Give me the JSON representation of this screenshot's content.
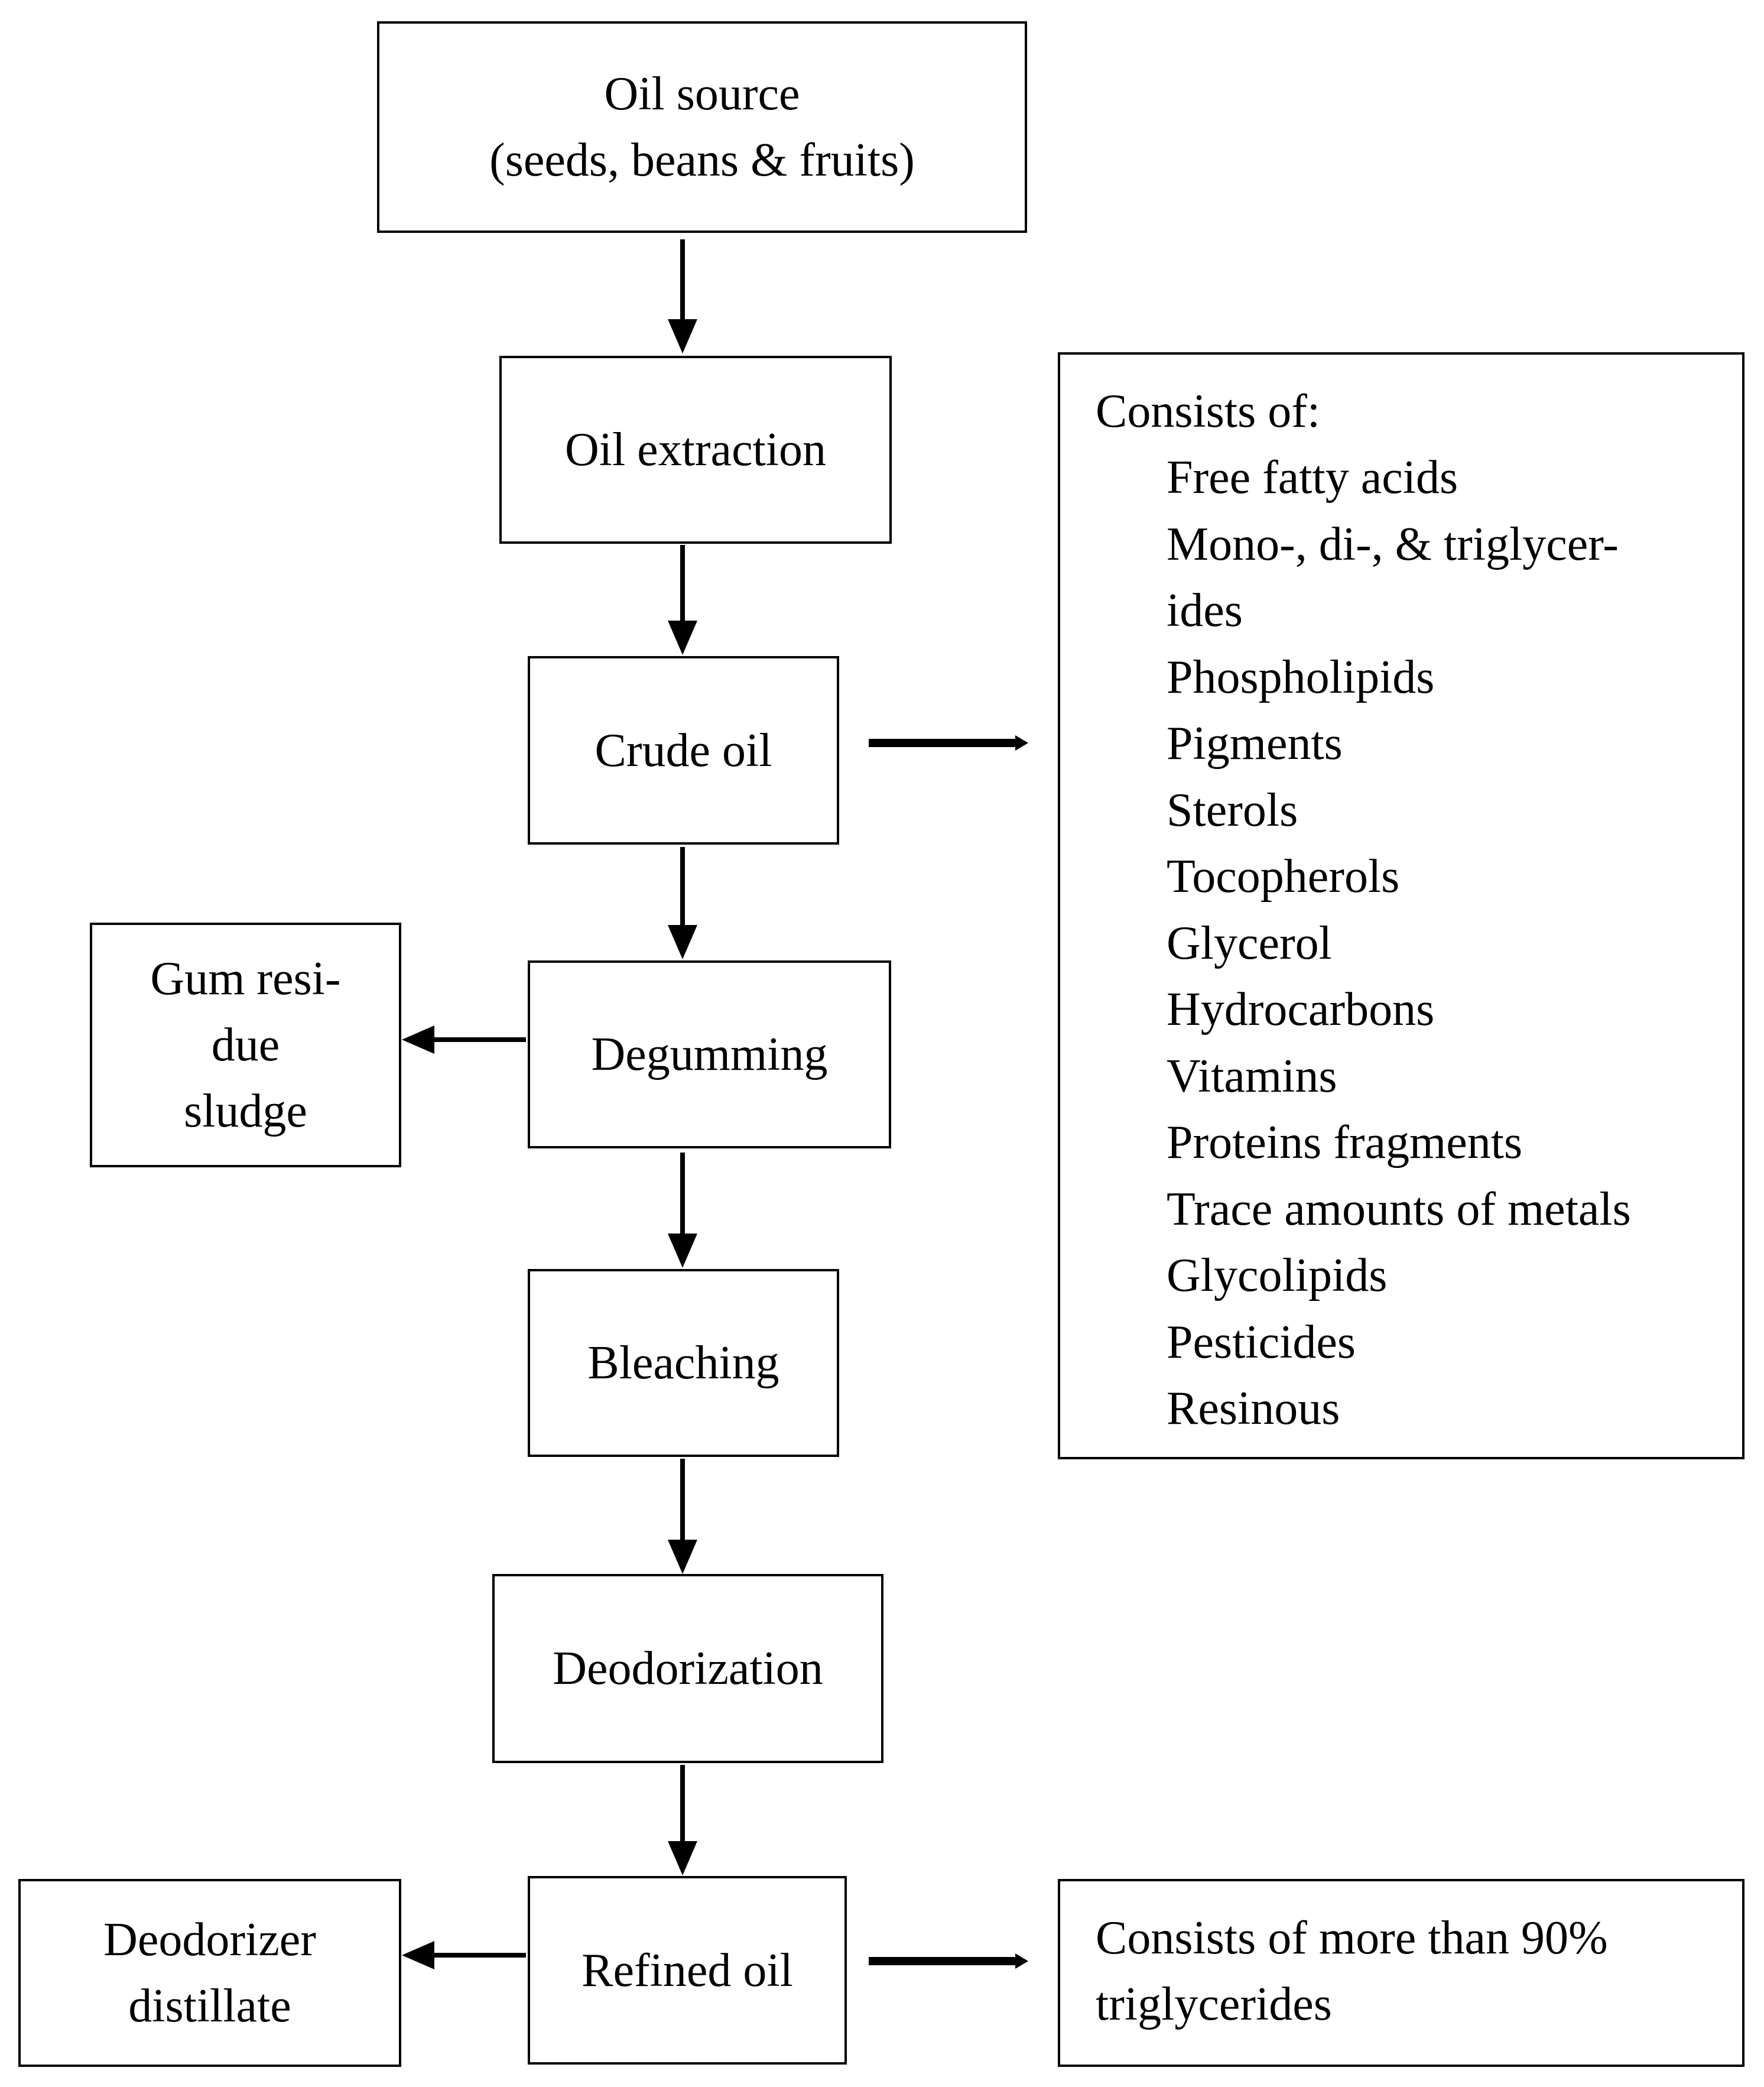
{
  "flow": {
    "source": [
      "Oil source",
      "(seeds, beans & fruits)"
    ],
    "extraction": "Oil extraction",
    "crude_oil": "Crude oil",
    "degumming": "Degumming",
    "bleaching": "Bleaching",
    "deodorization": "Deodorization",
    "refined_oil": "Refined oil"
  },
  "side": {
    "gum_residue": [
      "Gum resi-",
      "due",
      "sludge"
    ],
    "deodorizer_distillate": [
      "Deodorizer",
      "distillate"
    ]
  },
  "crude_composition": {
    "heading": "Consists of:",
    "items": [
      "Free fatty acids",
      "Mono-, di-, & triglycer-",
      "ides",
      "Phospholipids",
      "Pigments",
      "Sterols",
      "Tocopherols",
      "Glycerol",
      "Hydrocarbons",
      "Vitamins",
      "Proteins fragments",
      "Trace amounts of metals",
      "Glycolipids",
      "Pesticides",
      "Resinous"
    ]
  },
  "refined_composition": [
    "Consists of more than 90%",
    "triglycerides"
  ]
}
